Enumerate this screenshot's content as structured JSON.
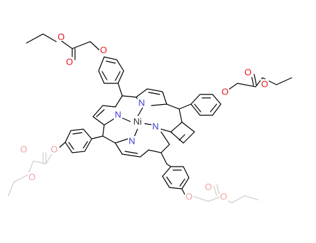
{
  "molecule": {
    "metal": "Ni",
    "nitrogen_label": "N",
    "oxygen_label": "O",
    "colors": {
      "carbon_bond": "#000000",
      "oxygen": "#e8151b",
      "nitrogen": "#3a3ad0",
      "metal": "#333333",
      "faded_bond": "#c8c8c8"
    }
  }
}
